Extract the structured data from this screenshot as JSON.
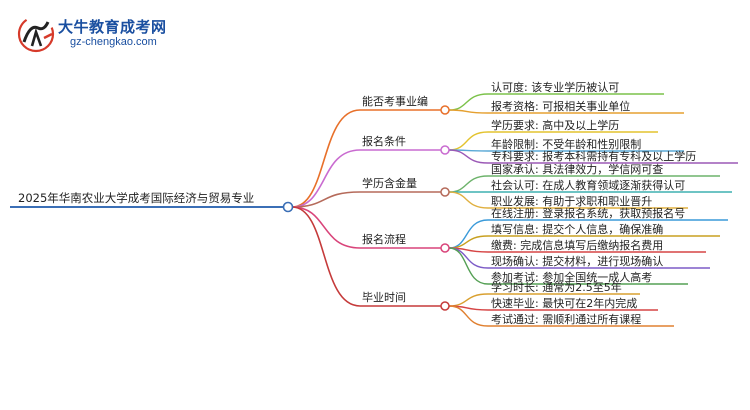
{
  "header": {
    "logo_title": "大牛教育成考网",
    "logo_url": "gz-chengkao.com"
  },
  "mindmap": {
    "root": "2025年华南农业大学成考国际经济与贸易专业",
    "branches": [
      {
        "label": "能否考事业编",
        "color": "#e8702a",
        "leaves": [
          "认可度: 该专业学历被认可",
          "报考资格: 可报相关事业单位"
        ]
      },
      {
        "label": "报名条件",
        "color": "#c96bd0",
        "leaves": [
          "学历要求: 高中及以上学历",
          "年龄限制: 不受年龄和性别限制",
          "专科要求: 报考本科需持有专科及以上学历"
        ]
      },
      {
        "label": "学历含金量",
        "color": "#b56a5a",
        "leaves": [
          "国家承认: 具法律效力，学信网可查",
          "社会认可: 在成人教育领域逐渐获得认可",
          "职业发展: 有助于求职和职业晋升"
        ]
      },
      {
        "label": "报名流程",
        "color": "#d9447a",
        "leaves": [
          "在线注册: 登录报名系统，获取预报名号",
          "填写信息: 提交个人信息，确保准确",
          "缴费: 完成信息填写后缴纳报名费用",
          "现场确认: 提交材料，进行现场确认",
          "参加考试: 参加全国统一成人高考"
        ]
      },
      {
        "label": "毕业时间",
        "color": "#c53a3a",
        "leaves": [
          "学习时长: 通常为2.5至5年",
          "快速毕业: 最快可在2年内完成",
          "考试通过: 需顺利通过所有课程"
        ]
      }
    ],
    "leaf_colors": [
      [
        "#7cc24a",
        "#e5a030"
      ],
      [
        "#e3c32f",
        "#5aa9d6",
        "#9b59b6"
      ],
      [
        "#6db36b",
        "#3fb0b0",
        "#e0b040"
      ],
      [
        "#3a9ad9",
        "#c8a020",
        "#d64545",
        "#7d5cc7",
        "#55a055"
      ],
      [
        "#d9a030",
        "#d64545",
        "#e08030"
      ]
    ]
  }
}
